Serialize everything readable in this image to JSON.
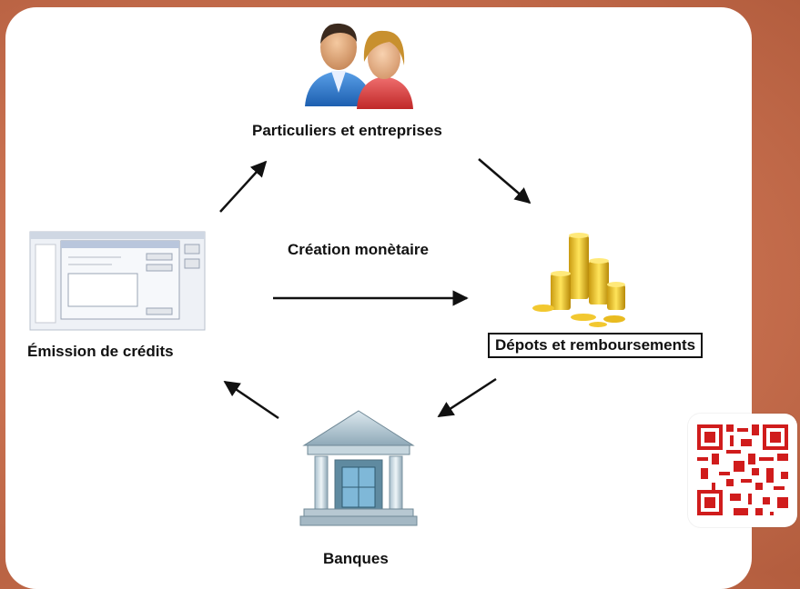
{
  "diagram": {
    "nodes": {
      "top": {
        "label": "Particuliers et entreprises",
        "icon": "people-icon"
      },
      "right": {
        "label": "Dépots et remboursements",
        "icon": "coins-icon"
      },
      "bottom": {
        "label": "Banques",
        "icon": "bank-icon"
      },
      "left": {
        "label": "Émission de crédits",
        "icon": "software-window-icon"
      }
    },
    "center_label": "Création monètaire"
  },
  "colors": {
    "background": "#c8704f",
    "card": "#ffffff",
    "arrow": "#111111",
    "qr": "#d01c1c"
  }
}
